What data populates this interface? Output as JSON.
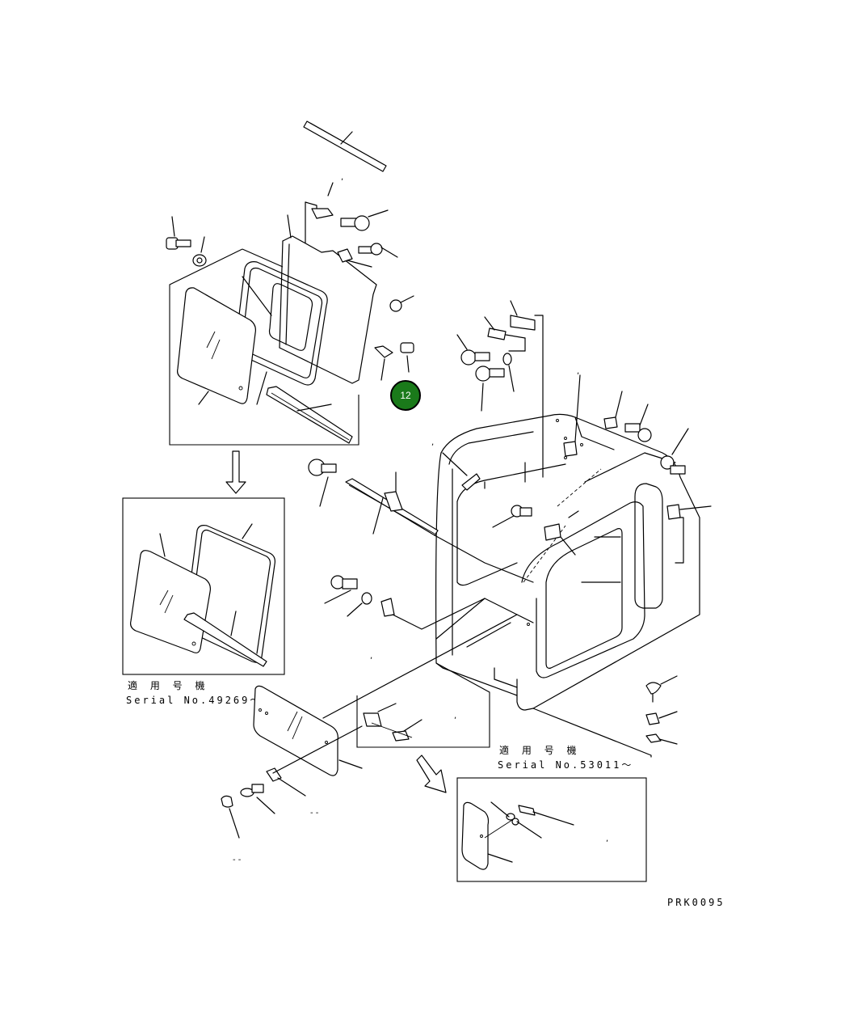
{
  "callout": {
    "number": "12",
    "color": "#1a7a1a",
    "ring_color": "#000000"
  },
  "inset_a": {
    "applies_label": "適 用 号 機",
    "serial_label": "Serial No.49269～"
  },
  "inset_b": {
    "applies_label": "適 用 号 機",
    "serial_label": "Serial No.53011～"
  },
  "drawing_code": "PRK0095",
  "marks": {
    "comma": ",",
    "dash_pair": "- -"
  },
  "arrows": {
    "down": "down-arrow-icon",
    "diag": "diagonal-arrow-icon"
  }
}
